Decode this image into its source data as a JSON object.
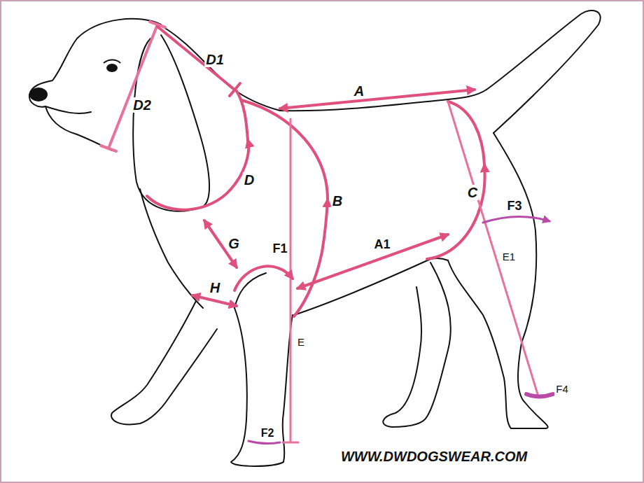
{
  "diagram": {
    "labels": [
      "D1",
      "D2",
      "A",
      "D",
      "B",
      "C",
      "F3",
      "G",
      "F1",
      "A1",
      "E1",
      "H",
      "E",
      "F4",
      "F2",
      "WWW.DWDOGSWEAR.COM"
    ]
  }
}
